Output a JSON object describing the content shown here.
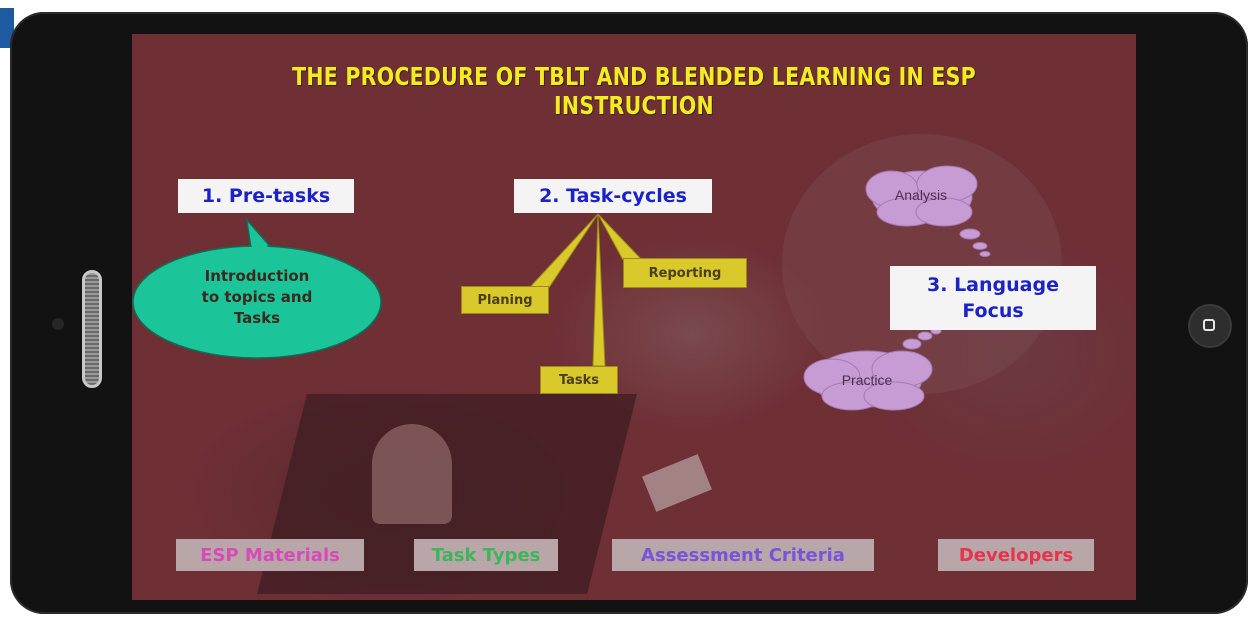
{
  "slide": {
    "title": "THE PROCEDURE OF TBLT AND BLENDED LEARNING IN ESP INSTRUCTION",
    "steps": {
      "pre_tasks": "1. Pre-tasks",
      "task_cycles": "2. Task-cycles",
      "language_focus_line1": "3. Language",
      "language_focus_line2": "Focus"
    },
    "intro_callout": {
      "line1": "Introduction",
      "line2": "to topics and",
      "line3": "Tasks"
    },
    "task_cycle_parts": {
      "planing": "Planing",
      "reporting": "Reporting",
      "tasks": "Tasks"
    },
    "language_focus_parts": {
      "analysis": "Analysis",
      "practice": "Practice"
    },
    "nav": {
      "esp_materials": "ESP Materials",
      "task_types": "Task Types",
      "assessment_criteria": "Assessment Criteria",
      "developers": "Developers"
    }
  },
  "device": {
    "home_button_icon": "home-square-icon",
    "side_button_icon": "side-button-icon",
    "camera_icon": "camera-icon"
  },
  "colors": {
    "title": "#f2ec22",
    "step_text": "#1b22c8",
    "callout_fill": "#1cc49a",
    "yellow_box": "#d9c92b",
    "cloud_fill": "#c79bd3",
    "background": "#6e2f35",
    "nav_esp": "#d64bb7",
    "nav_task": "#3fb45a",
    "nav_assess": "#7b52d8",
    "nav_dev": "#e6344c"
  }
}
